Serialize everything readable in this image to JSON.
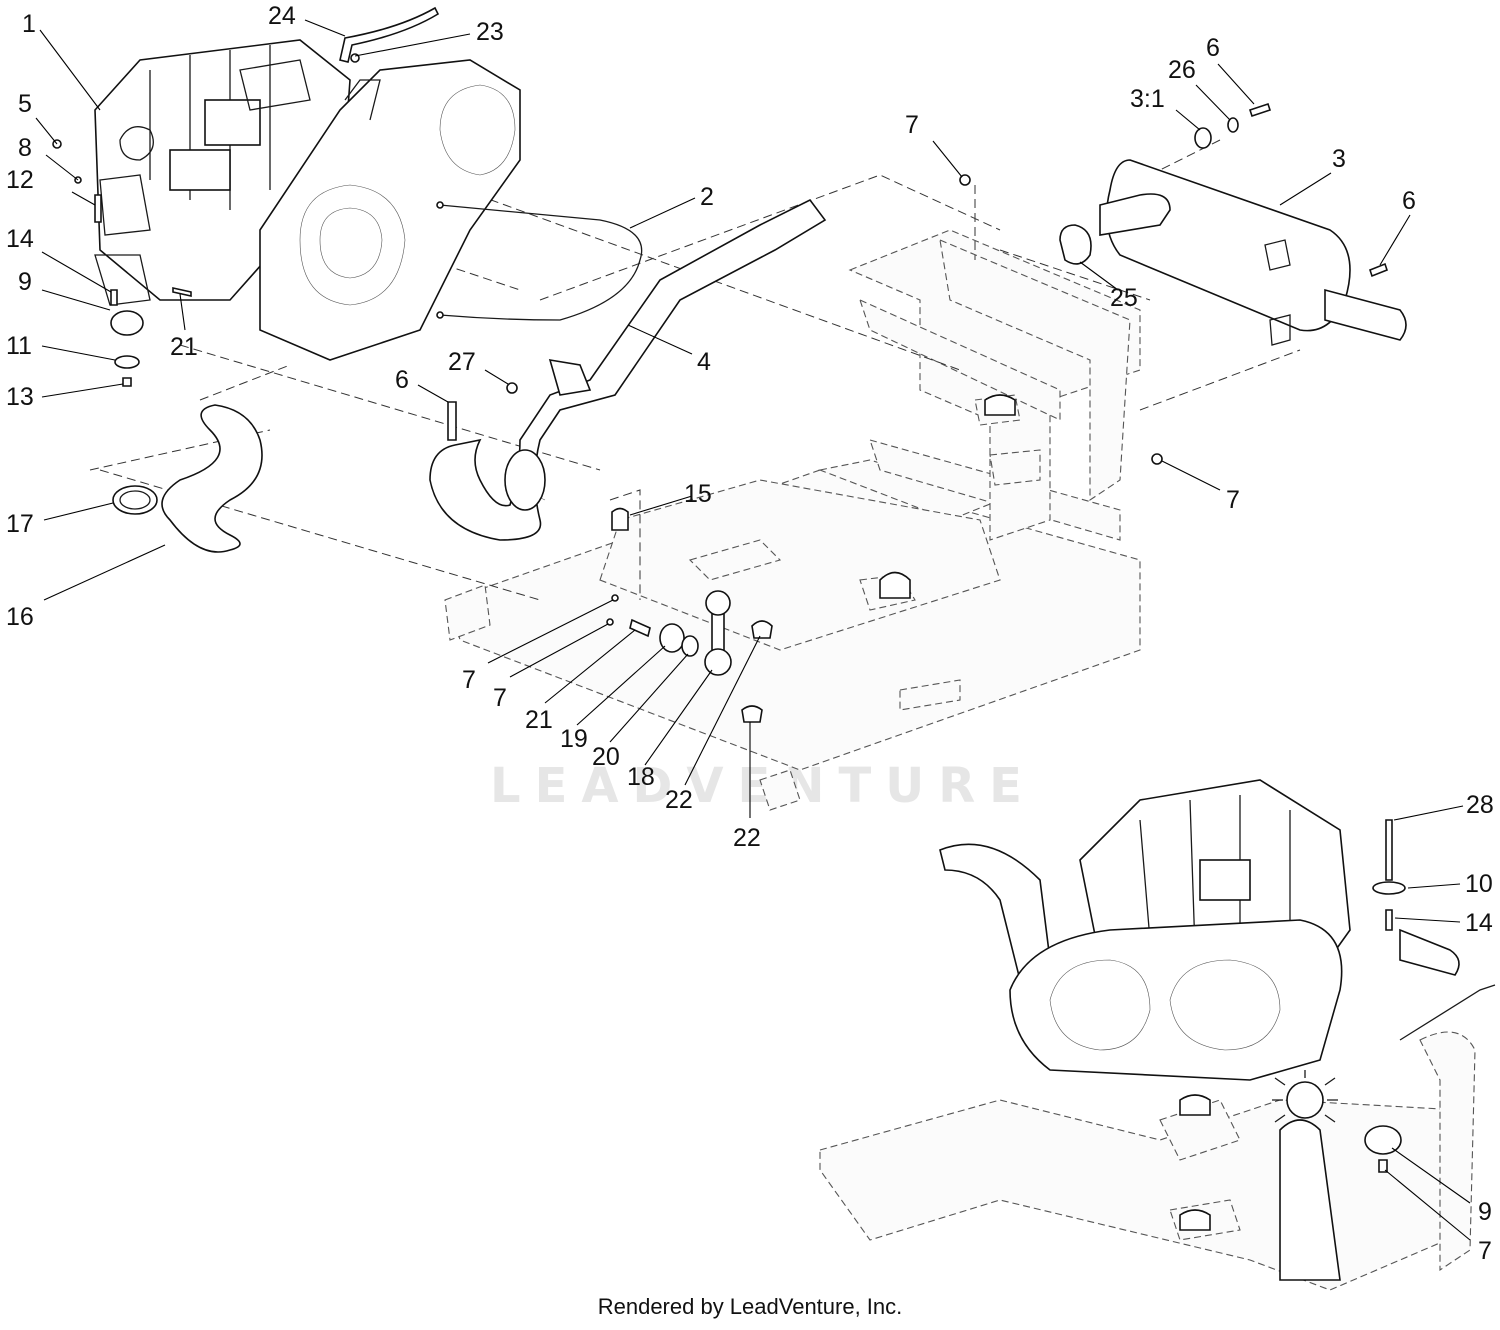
{
  "watermark": "LEADVENTURE",
  "footer": "Rendered by LeadVenture, Inc.",
  "callouts": [
    {
      "label": "1"
    },
    {
      "label": "24"
    },
    {
      "label": "23"
    },
    {
      "label": "5"
    },
    {
      "label": "8"
    },
    {
      "label": "12"
    },
    {
      "label": "14"
    },
    {
      "label": "9"
    },
    {
      "label": "11"
    },
    {
      "label": "13"
    },
    {
      "label": "21"
    },
    {
      "label": "17"
    },
    {
      "label": "16"
    },
    {
      "label": "2"
    },
    {
      "label": "4"
    },
    {
      "label": "27"
    },
    {
      "label": "6"
    },
    {
      "label": "7"
    },
    {
      "label": "15"
    },
    {
      "label": "6"
    },
    {
      "label": "26"
    },
    {
      "label": "3:1"
    },
    {
      "label": "3"
    },
    {
      "label": "6"
    },
    {
      "label": "25"
    },
    {
      "label": "7"
    },
    {
      "label": "7"
    },
    {
      "label": "7"
    },
    {
      "label": "21"
    },
    {
      "label": "19"
    },
    {
      "label": "20"
    },
    {
      "label": "18"
    },
    {
      "label": "22"
    },
    {
      "label": "22"
    },
    {
      "label": "28"
    },
    {
      "label": "10"
    },
    {
      "label": "14"
    },
    {
      "label": "9"
    },
    {
      "label": "7"
    }
  ]
}
